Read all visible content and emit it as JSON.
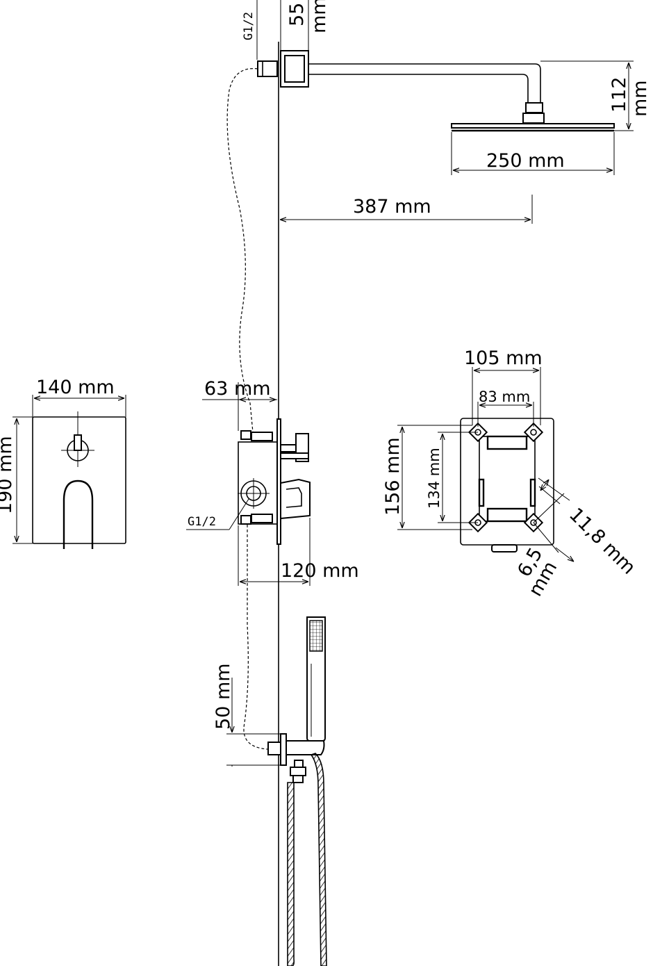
{
  "shower_head": {
    "arm_height_label": "55",
    "arm_height_unit": "mm",
    "inlet_thread": "G1/2",
    "drop_height_label": "112",
    "drop_height_unit": "mm",
    "head_diameter_label": "250 mm",
    "arm_projection_label": "387 mm"
  },
  "cover_plate": {
    "width_label": "140 mm",
    "height_label": "190 mm"
  },
  "mixer_side": {
    "depth_label": "63 mm",
    "outlet_thread": "G1/2",
    "projection_label": "120 mm"
  },
  "mounting_box": {
    "outer_width_label": "105 mm",
    "hole_spacing_width_label": "83 mm",
    "outer_height_label": "156 mm",
    "hole_spacing_height_label": "134 mm",
    "tab_length_label": "11,8 mm",
    "tab_width_label": "6,5",
    "tab_width_unit": "mm"
  },
  "hand_shower": {
    "outlet_height_label": "50 mm"
  },
  "colors": {
    "line": "#000000",
    "background": "#ffffff"
  }
}
